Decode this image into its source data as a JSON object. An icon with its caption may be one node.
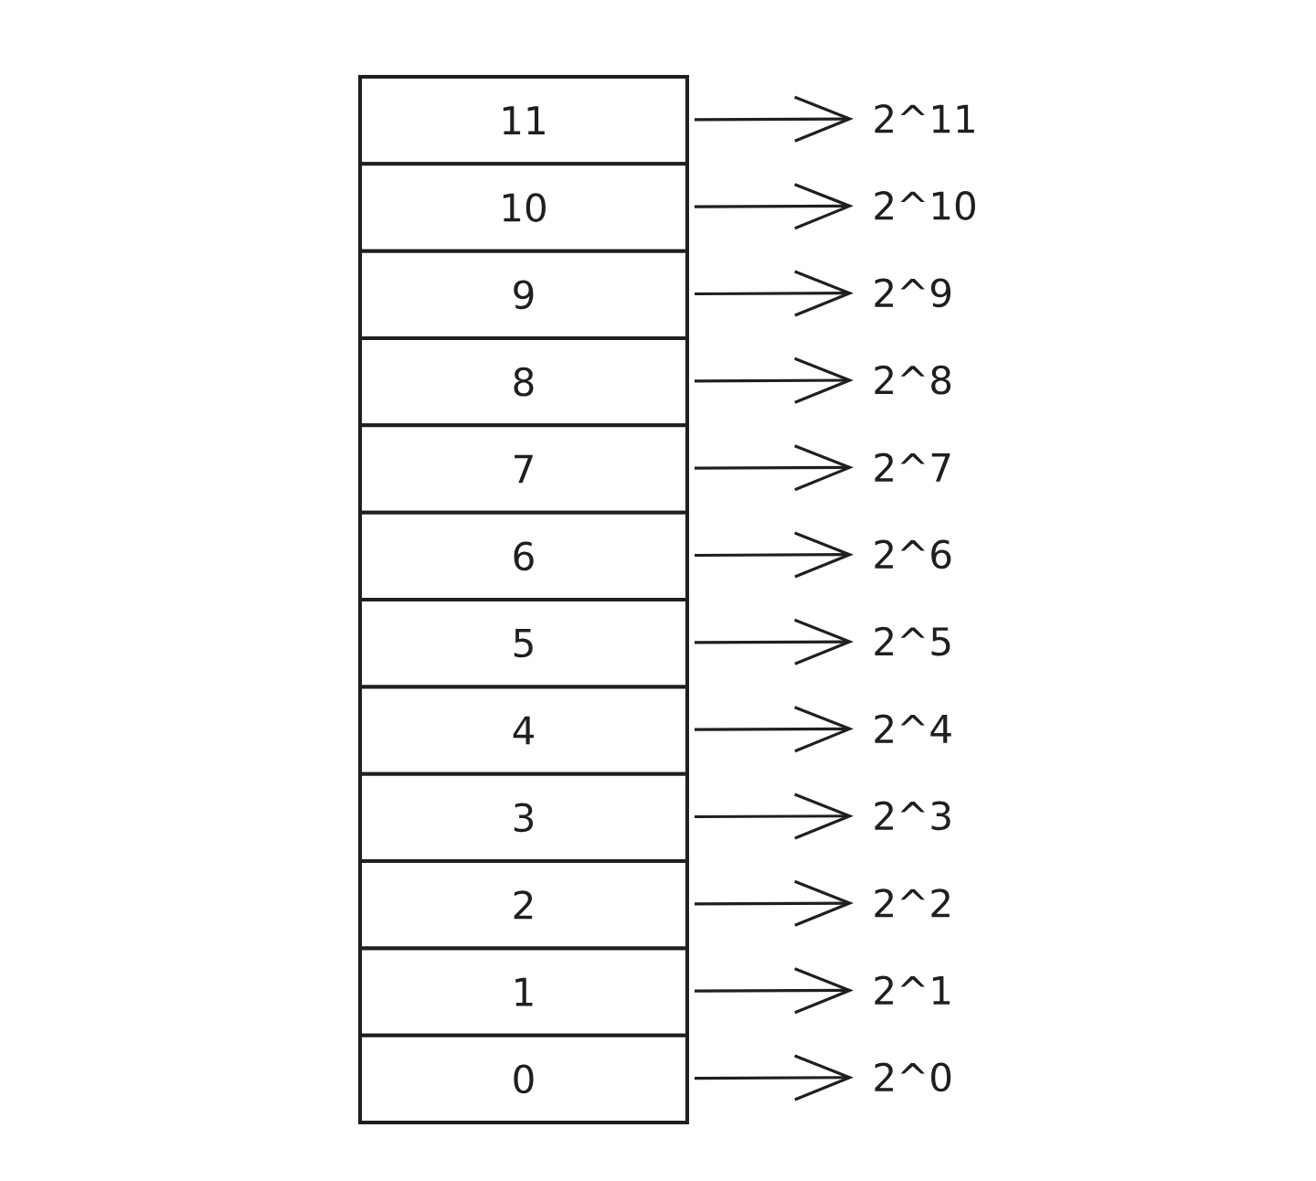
{
  "diagram": {
    "nodes": [
      {
        "text": [
          "11"
        ]
      },
      {
        "text": [
          "2^11"
        ]
      },
      {
        "text": [
          "10"
        ]
      },
      {
        "text": [
          "2^10"
        ]
      },
      {
        "text": [
          "9"
        ]
      },
      {
        "text": [
          "2^9"
        ]
      },
      {
        "text": [
          "8"
        ]
      },
      {
        "text": [
          "2^8"
        ]
      },
      {
        "text": [
          "7"
        ]
      },
      {
        "text": [
          "2^7"
        ]
      },
      {
        "text": [
          "6"
        ]
      },
      {
        "text": [
          "2^6"
        ]
      },
      {
        "text": [
          "5"
        ]
      },
      {
        "text": [
          "2^5"
        ]
      },
      {
        "text": [
          "4"
        ]
      },
      {
        "text": [
          "2^4"
        ]
      },
      {
        "text": [
          "3"
        ]
      },
      {
        "text": [
          "2^3"
        ]
      },
      {
        "text": [
          "2"
        ]
      },
      {
        "text": [
          "2^2"
        ]
      },
      {
        "text": [
          "1"
        ]
      },
      {
        "text": [
          "2^1"
        ]
      },
      {
        "text": [
          "0"
        ]
      },
      {
        "text": [
          "2^0"
        ]
      }
    ],
    "edges": [
      {
        "from": 0,
        "to": 1,
        "arrow": "to"
      },
      {
        "from": 2,
        "to": 3,
        "arrow": "to"
      },
      {
        "from": 4,
        "to": 5,
        "arrow": "to"
      },
      {
        "from": 6,
        "to": 7,
        "arrow": "to"
      },
      {
        "from": 8,
        "to": 9,
        "arrow": "to"
      },
      {
        "from": 10,
        "to": 11,
        "arrow": "to"
      },
      {
        "from": 12,
        "to": 13,
        "arrow": "to"
      },
      {
        "from": 14,
        "to": 15,
        "arrow": "to"
      },
      {
        "from": 16,
        "to": 17,
        "arrow": "to"
      },
      {
        "from": 18,
        "to": 19,
        "arrow": "to"
      },
      {
        "from": 20,
        "to": 21,
        "arrow": "to"
      },
      {
        "from": 22,
        "to": 23,
        "arrow": "to"
      }
    ]
  }
}
